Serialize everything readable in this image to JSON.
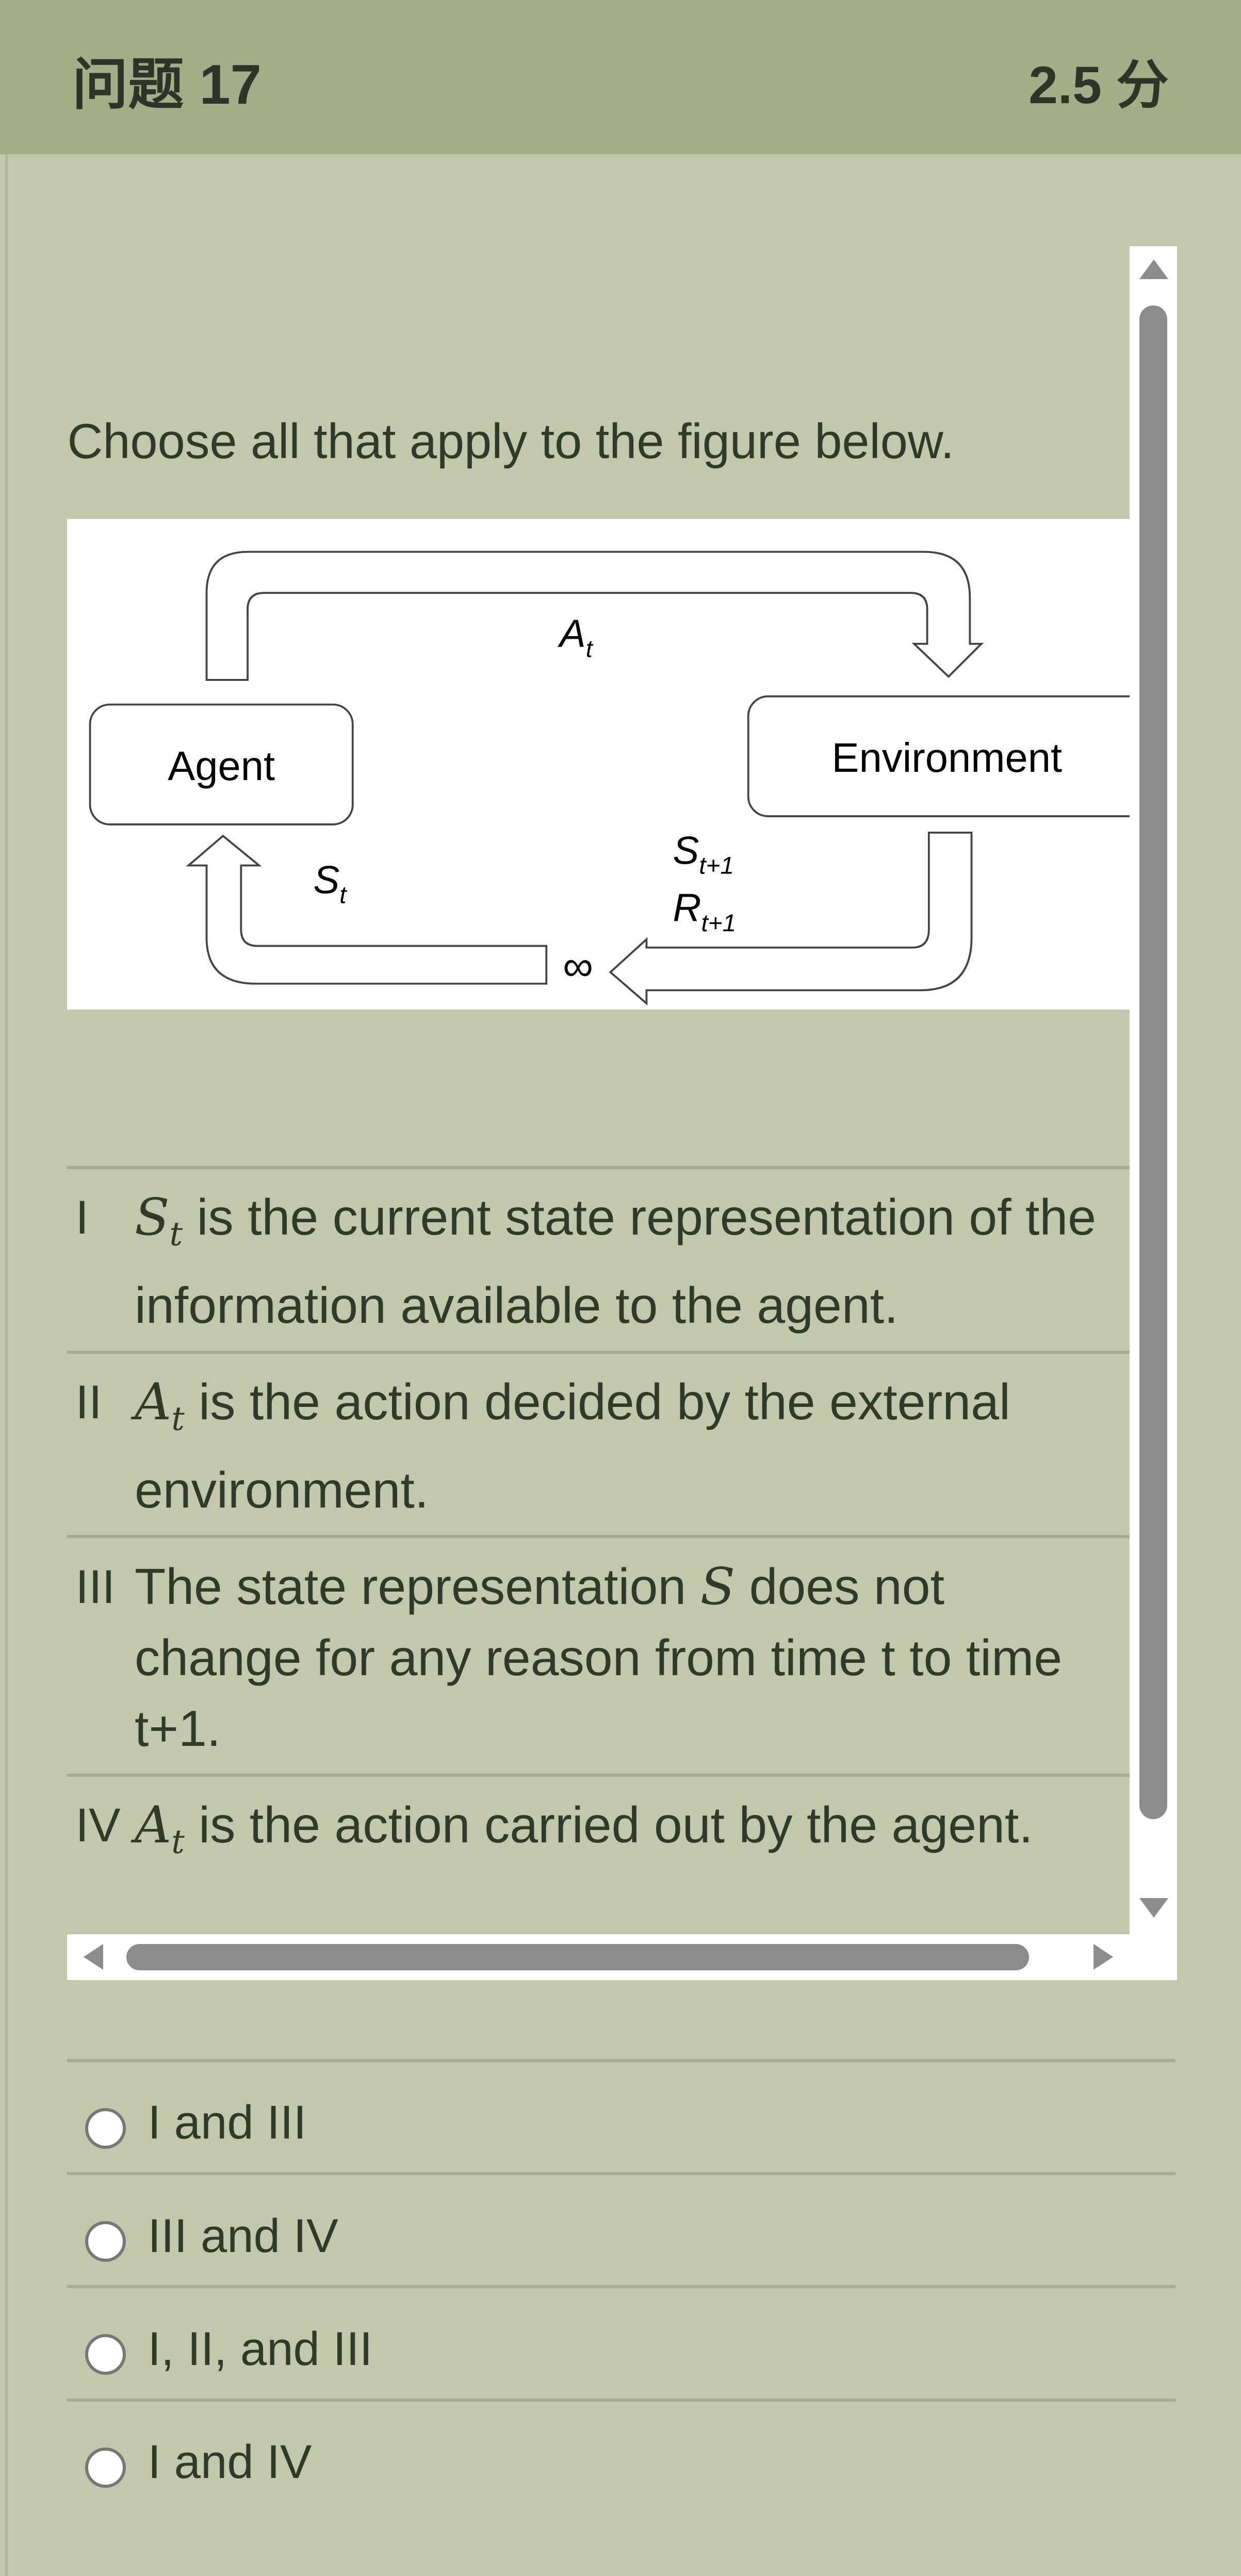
{
  "header": {
    "title": "问题 17",
    "score": "2.5 分"
  },
  "question": {
    "text": "Choose all that apply to the figure below."
  },
  "figure": {
    "agent": "Agent",
    "environment": "Environment",
    "action": "A",
    "action_sub": "t",
    "state": "S",
    "state_sub": "t",
    "next_state": "S",
    "next_state_sub": "t+1",
    "reward": "R",
    "reward_sub": "t+1",
    "loop_symbol": "∞"
  },
  "statements": [
    {
      "num": "I",
      "var": "S",
      "sub": "t",
      "line1": " is the current state representation of the",
      "line2": "information available to the agent."
    },
    {
      "num": "II",
      "var": "A",
      "sub": "t",
      "line1": " is the action decided by the external",
      "line2": "environment."
    },
    {
      "num": "III",
      "pre": "The state representation ",
      "var": "S",
      "line1": " does not",
      "line2": "change for any reason from time t to time",
      "line3": "t+1."
    },
    {
      "num": "IV",
      "var": "A",
      "sub": "t",
      "line1": " is the action carried out by the agent."
    }
  ],
  "options": [
    "I and III",
    "III and IV",
    "I, II, and III",
    "I and IV"
  ]
}
